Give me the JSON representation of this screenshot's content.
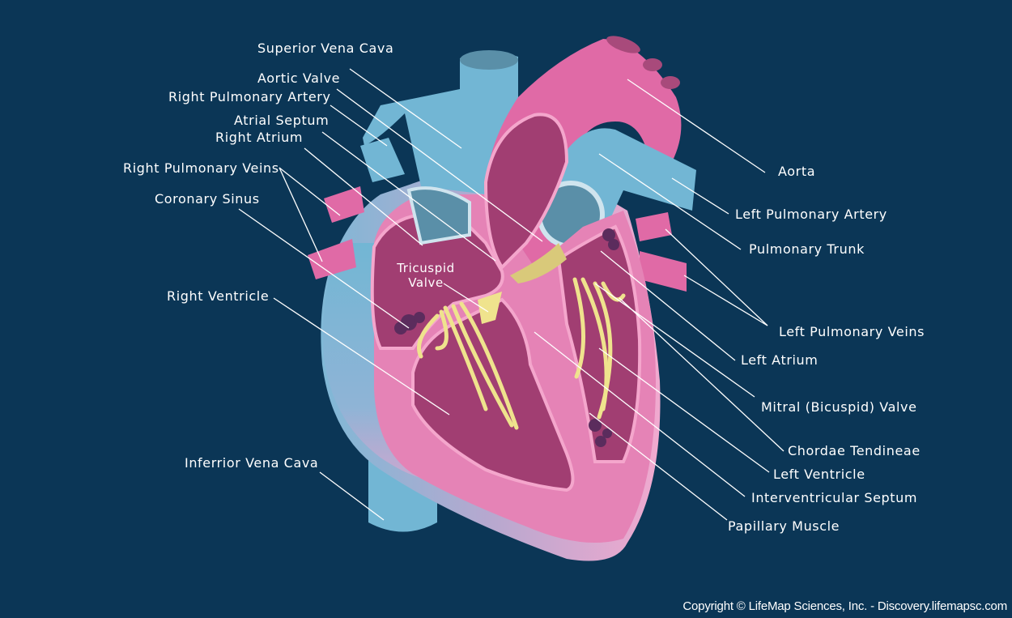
{
  "colors": {
    "background": "#0b3656",
    "vessel_blue": "#72b6d4",
    "vessel_blue_dark": "#5a8fa8",
    "aorta_pink": "#e06aa6",
    "chamber_dark": "#a13e72",
    "wall_light": "#f4a6cc",
    "valve_yellow": "#efe38d",
    "muscle_purple": "#5b2c5d"
  },
  "labels": {
    "superior_vena_cava": "Superior Vena Cava",
    "aortic_valve": "Aortic Valve",
    "right_pulmonary_artery": "Right Pulmonary Artery",
    "atrial_septum": "Atrial Septum",
    "right_atrium": "Right Atrium",
    "right_pulmonary_veins": "Right Pulmonary Veins",
    "coronary_sinus": "Coronary Sinus",
    "tricuspid_valve_line1": "Tricuspid",
    "tricuspid_valve_line2": "Valve",
    "right_ventricle": "Right Ventricle",
    "inferior_vena_cava": "Inferrior Vena Cava",
    "aorta": "Aorta",
    "left_pulmonary_artery": "Left Pulmonary Artery",
    "pulmonary_trunk": "Pulmonary Trunk",
    "left_pulmonary_veins": "Left Pulmonary Veins",
    "left_atrium": "Left Atrium",
    "mitral_valve": "Mitral (Bicuspid) Valve",
    "chordae_tendineae": "Chordae Tendineae",
    "left_ventricle": "Left Ventricle",
    "interventricular_septum": "Interventricular Septum",
    "papillary_muscle": "Papillary Muscle"
  },
  "copyright": "Copyright © LifeMap Sciences, Inc. - Discovery.lifemapsc.com"
}
